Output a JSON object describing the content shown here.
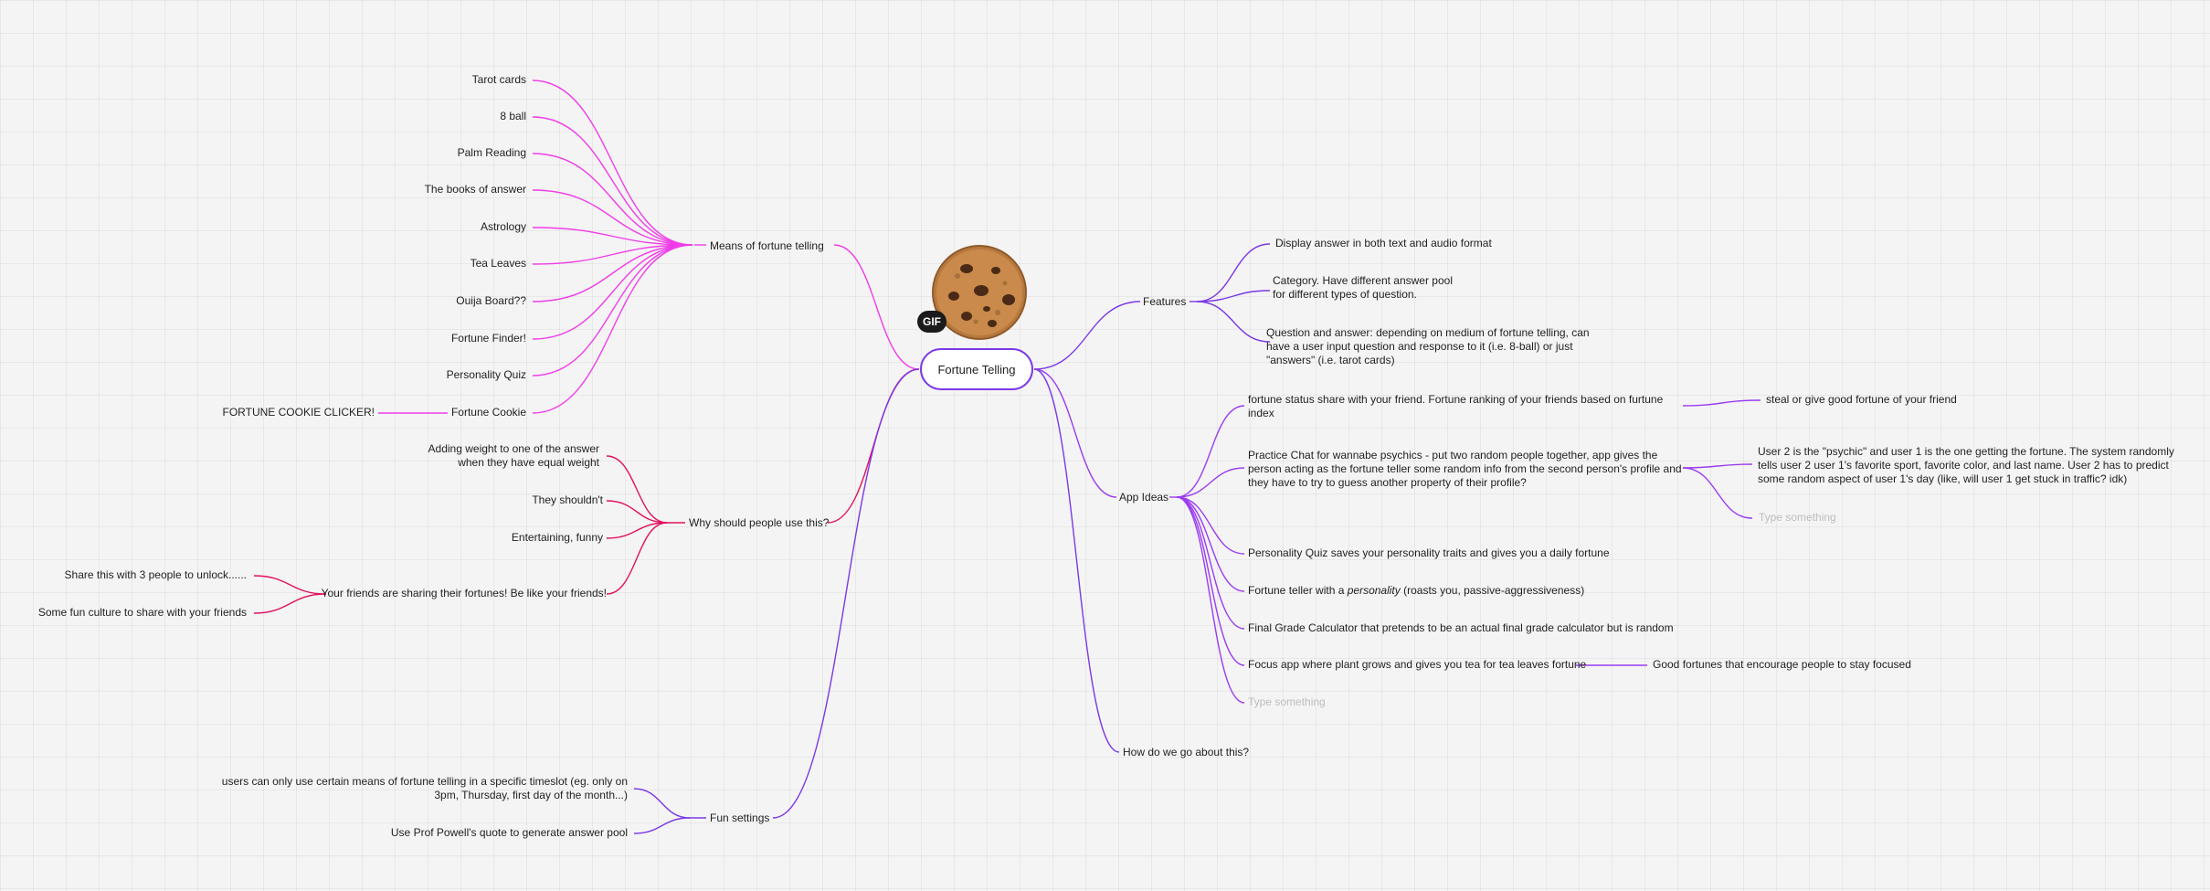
{
  "board": {
    "background_color": "#f4f4f4",
    "grid_color": "#e6e6e6"
  },
  "colors": {
    "magenta_branch": "#f03ce8",
    "crimson_branch": "#e0115f",
    "violet_branch": "#9a3cf0",
    "purple_branch": "#7b39e6",
    "root_border": "#7b39e6",
    "placeholder_text": "#bdbdbd"
  },
  "root": {
    "label": "Fortune Telling"
  },
  "sticker": {
    "icon": "cookie-icon",
    "badge": "GIF"
  },
  "means": {
    "label": "Means of fortune telling",
    "items": [
      "Tarot cards",
      "8 ball",
      "Palm Reading",
      "The books of answer",
      "Astrology",
      "Tea Leaves",
      "Ouija Board??",
      "Fortune Finder!",
      "Personality Quiz",
      "Fortune Cookie"
    ],
    "fortune_cookie_child": "FORTUNE COOKIE CLICKER!"
  },
  "why": {
    "label": "Why should people use this?",
    "items": [
      "Adding weight to one of the answer when they have equal weight",
      "They shouldn't",
      "Entertaining, funny",
      "Your friends are sharing their fortunes! Be like your friends!"
    ],
    "friends_children": [
      "Share this with 3 people to unlock......",
      "Some fun culture to share with your friends"
    ]
  },
  "fun_settings": {
    "label": "Fun settings",
    "items": [
      "users can only use certain means of fortune telling in a specific timeslot (eg. only on 3pm, Thursday, first day of the month...)",
      "Use Prof Powell's quote to generate answer pool"
    ]
  },
  "features": {
    "label": "Features",
    "items": [
      "Display answer in both text and audio format",
      "Category. Have different answer pool for different types of question.",
      "Question and answer: depending on medium of fortune telling, can have a user input question and response to it (i.e. 8-ball) or just \"answers\" (i.e. tarot cards)"
    ]
  },
  "app_ideas": {
    "label": "App Ideas",
    "items": {
      "status_share": "fortune status share with your friend. Fortune ranking of your friends based on furtune index",
      "practice_chat": "Practice Chat for wannabe psychics - put two random people together, app gives the person acting as the fortune teller some random info from the second person's profile and they have to try to guess another property of their profile?",
      "personality_quiz": "Personality Quiz saves your personality traits and gives you a daily fortune",
      "teller_prefix": "Fortune teller with a",
      "teller_personality": "personality",
      "teller_suffix": "(roasts you, passive-aggressiveness)",
      "final_grade": "Final Grade Calculator that pretends to be an actual final grade calculator but is random",
      "focus_app": "Focus app where plant grows and gives you tea for tea leaves fortune",
      "placeholder": "Type something"
    },
    "status_share_child": "steal or give good fortune of your friend",
    "practice_chat_children": {
      "detail": "User 2 is the \"psychic\" and user 1 is the one getting the fortune. The system randomly tells user 2 user 1's favorite sport, favorite color, and last name. User 2 has to predict some random aspect of user 1's day (like, will user 1 get stuck in traffic? idk)",
      "placeholder": "Type something"
    },
    "focus_app_child": "Good fortunes that encourage people to stay focused"
  },
  "how": {
    "label": "How do we go about this?"
  }
}
